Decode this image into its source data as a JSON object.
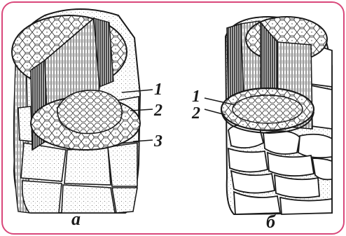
{
  "figure": {
    "panel_a": {
      "letter": "а",
      "labels": [
        "1",
        "2",
        "3"
      ]
    },
    "panel_b": {
      "letter": "б",
      "labels": [
        "1",
        "2"
      ]
    },
    "frame_color": "#d9477a",
    "ink_color": "#1a1a1a"
  }
}
